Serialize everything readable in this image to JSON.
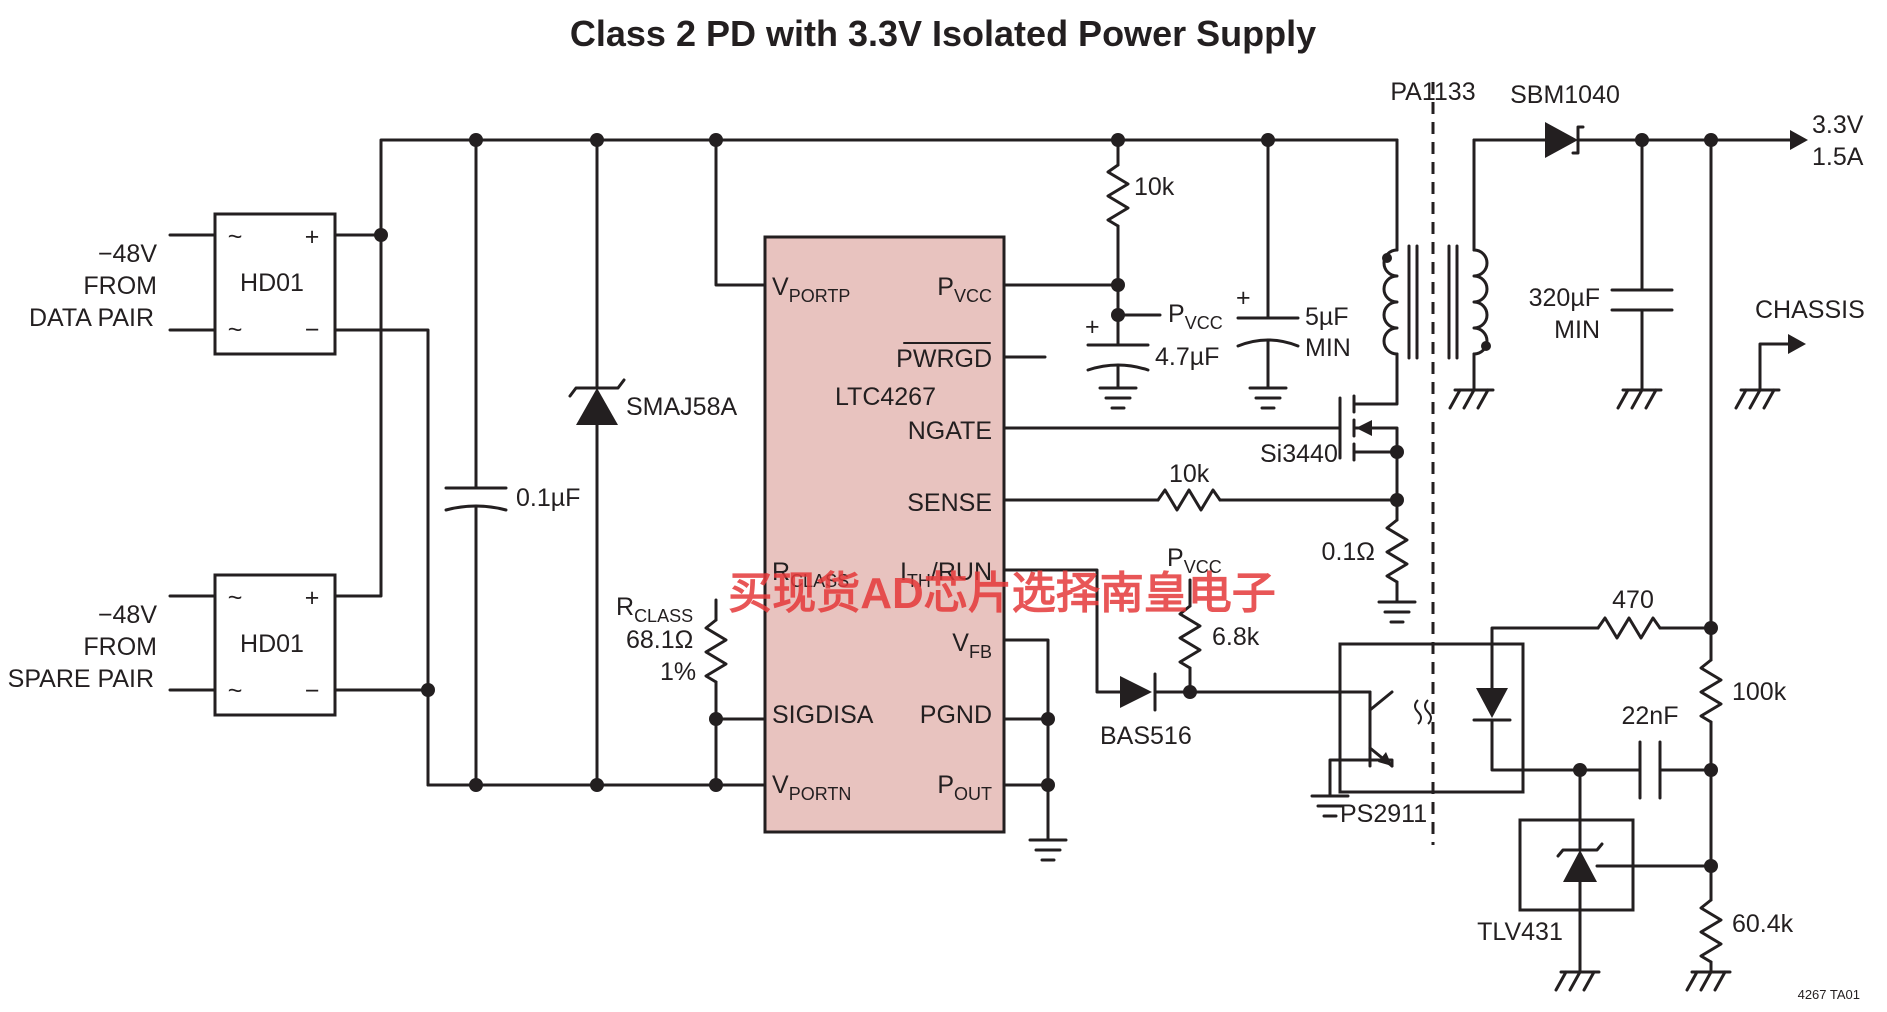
{
  "title": "Class 2 PD with 3.3V Isolated Power Supply",
  "figure_id": "4267 TA01",
  "watermark": "买现货AD芯片选择南皇电子",
  "colors": {
    "line": "#231f20",
    "ic_fill": "#e8c3bf",
    "watermark": "#e5393a"
  },
  "bridges": [
    {
      "name": "HD01",
      "ac": "~",
      "plus": "+",
      "minus": "−",
      "source": [
        "−48V",
        "FROM",
        "DATA PAIR"
      ]
    },
    {
      "name": "HD01",
      "ac": "~",
      "plus": "+",
      "minus": "−",
      "source": [
        "−48V",
        "FROM",
        "SPARE PAIR"
      ]
    }
  ],
  "components": {
    "c_input": "0.1µF",
    "tvs": "SMAJ58A",
    "r_class_name": "R",
    "r_class_sub": "CLASS",
    "r_class_value": "68.1Ω",
    "r_class_tol": "1%",
    "r_pvcc": "10k",
    "pvcc_net": "P",
    "pvcc_net_sub": "VCC",
    "c_pvcc": "4.7µF",
    "c_bulk": "5µF",
    "c_bulk_min": "MIN",
    "transformer": "PA1133",
    "diode_schottky": "SBM1040",
    "c_out": "320µF",
    "c_out_min": "MIN",
    "out_voltage": "3.3V",
    "out_current": "1.5A",
    "chassis": "CHASSIS",
    "mosfet": "Si3440",
    "r_sense_filter": "10k",
    "r_sense": "0.1Ω",
    "r_ith": "6.8k",
    "diode_bas": "BAS516",
    "opto": "PS2911",
    "r_opto": "470",
    "r_fb_top": "100k",
    "c_comp": "22nF",
    "shunt_ref": "TLV431",
    "r_fb_bot": "60.4k",
    "plus_sign": "+"
  },
  "ic": {
    "name": "LTC4267",
    "pins_left": [
      {
        "main": "V",
        "sub": "PORTP"
      },
      {
        "main": "R",
        "sub": "CLASS"
      },
      {
        "main": "SIGDISA",
        "sub": ""
      },
      {
        "main": "V",
        "sub": "PORTN"
      }
    ],
    "pins_right": [
      {
        "main": "P",
        "sub": "VCC"
      },
      {
        "main": "PWRGD",
        "sub": ""
      },
      {
        "main": "NGATE",
        "sub": ""
      },
      {
        "main": "SENSE",
        "sub": ""
      },
      {
        "main": "I",
        "sub": "TH",
        "tail": "/RUN"
      },
      {
        "main": "V",
        "sub": "FB"
      },
      {
        "main": "PGND",
        "sub": ""
      },
      {
        "main": "P",
        "sub": "OUT"
      }
    ]
  }
}
